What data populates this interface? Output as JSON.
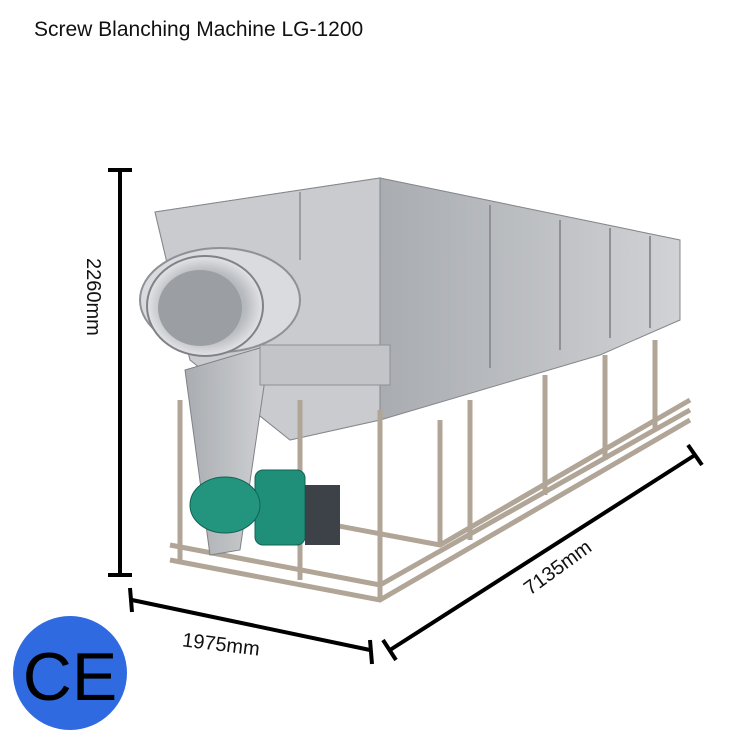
{
  "title": "Screw Blanching Machine LG-1200",
  "dimensions": {
    "height": "2260mm",
    "width": "1975mm",
    "length": "7135mm"
  },
  "certification": {
    "mark": "CE",
    "badge_color": "#2f6ae0"
  },
  "colors": {
    "steel": "#b9bcc0",
    "motor": "#1f8f7a"
  }
}
